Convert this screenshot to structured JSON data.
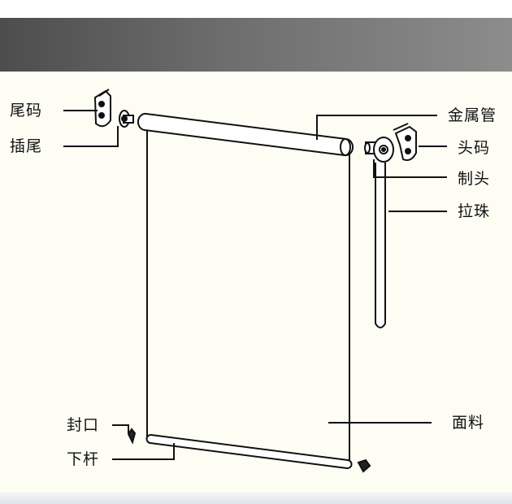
{
  "colors": {
    "band": "#5a5a5a",
    "canvas": "#fdfdf4",
    "line": "#111111"
  },
  "labels": {
    "tail_bracket": "尾码",
    "tail_plug": "插尾",
    "metal_tube": "金属管",
    "head_bracket": "头码",
    "control_head": "制头",
    "pull_chain": "拉珠",
    "fabric": "面料",
    "end_cap": "封口",
    "bottom_bar": "下杆"
  }
}
